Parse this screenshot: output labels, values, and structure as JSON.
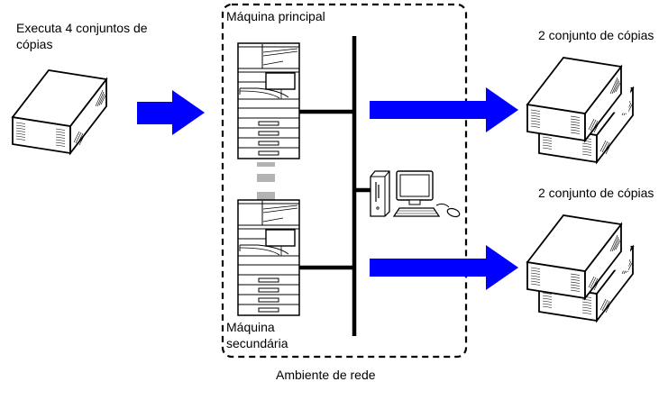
{
  "diagram": {
    "title": "Cópias em tandem",
    "input": {
      "label": "Executa 4 conjuntos de cópias",
      "label_line1": "Executa 4 conjuntos de",
      "label_line2": "cópias",
      "sets": 4
    },
    "network": {
      "label": "Ambiente de rede",
      "main_machine": {
        "label": "Máquina principal"
      },
      "secondary_machine": {
        "label_line1": "Máquina",
        "label_line2": "secundária"
      },
      "computer": {
        "icon": "desktop-computer-icon"
      }
    },
    "outputs": [
      {
        "label": "2 conjunto de cópias",
        "sets": 2
      },
      {
        "label": "2 conjunto de cópias",
        "sets": 2
      }
    ],
    "colors": {
      "arrow": "#0000ff",
      "line": "#000000",
      "connector_gray": "#b3b3b3"
    }
  }
}
